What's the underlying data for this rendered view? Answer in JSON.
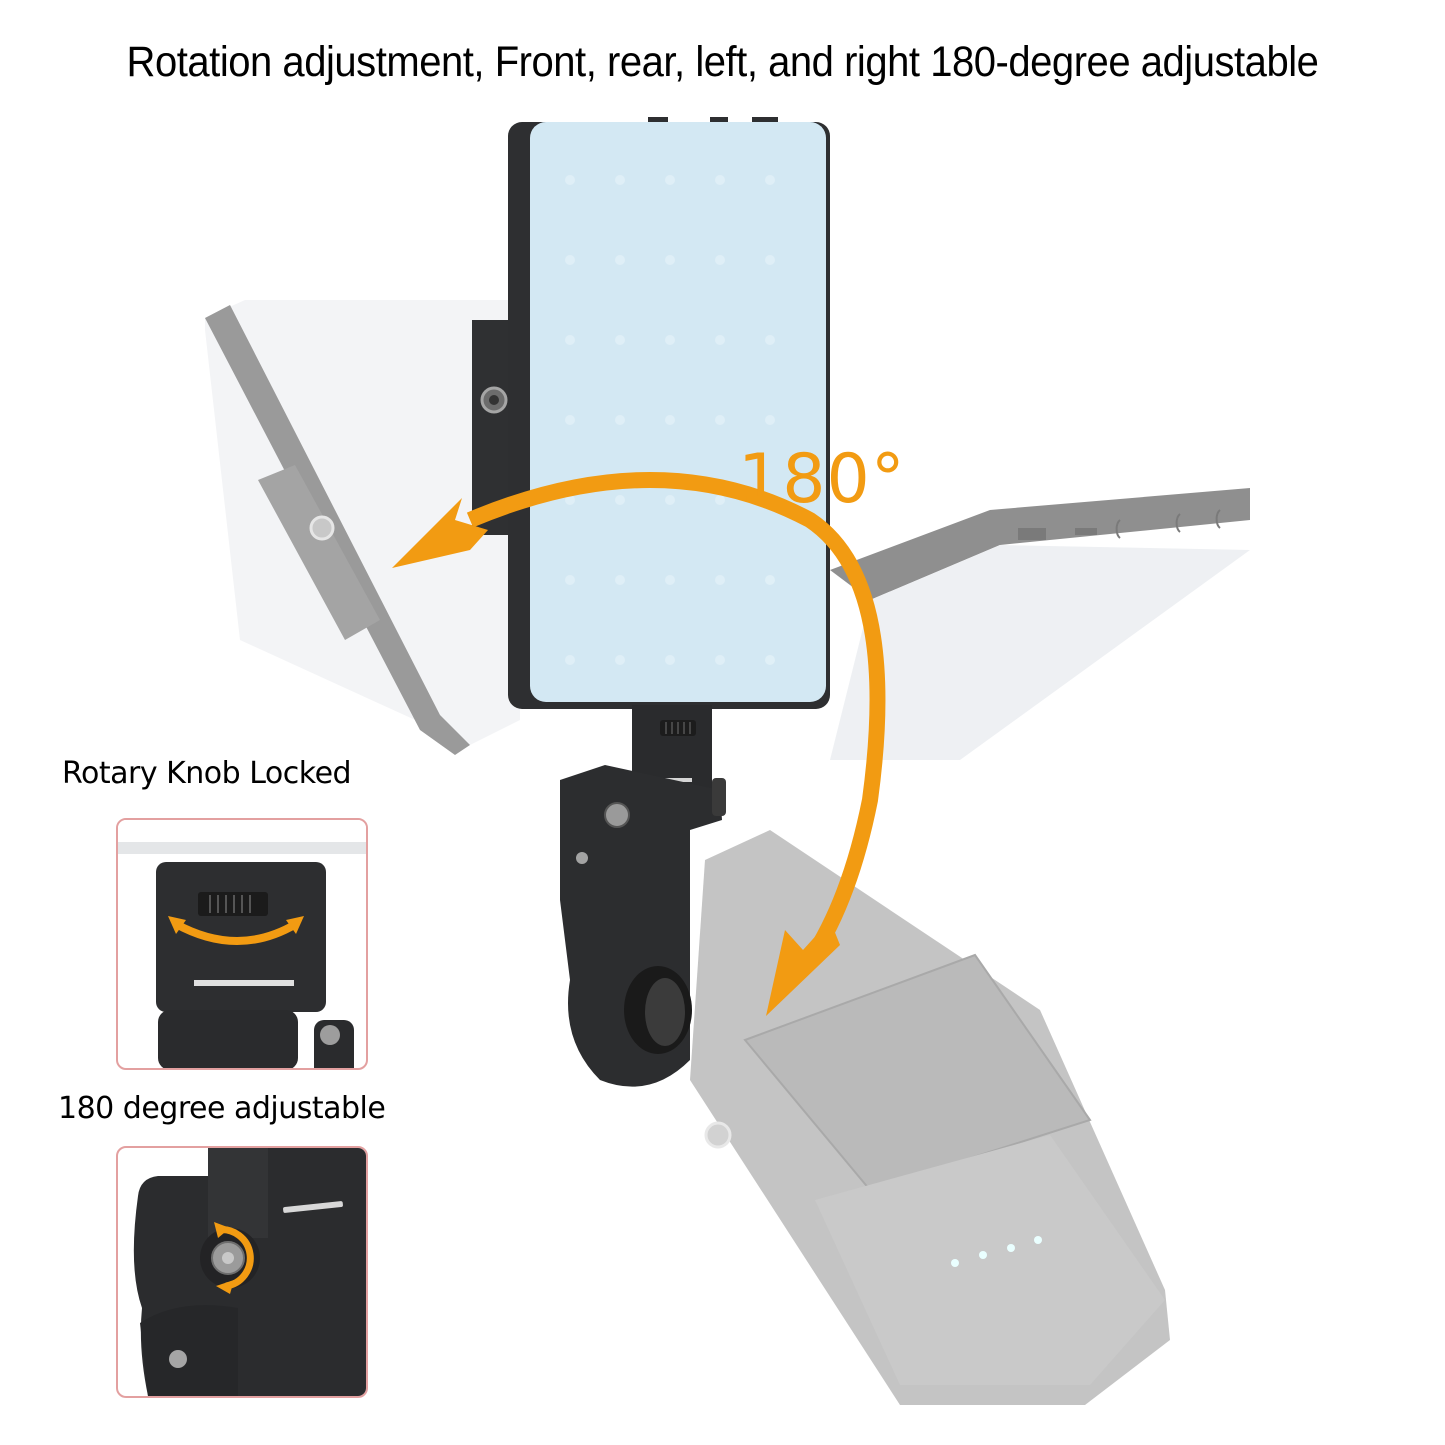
{
  "headline": "Rotation adjustment, Front, rear, left, and right 180-degree adjustable",
  "rotation_badge": {
    "label": "180°",
    "color": "#f29b12"
  },
  "insets": [
    {
      "caption": "Rotary Knob Locked",
      "icon": "rotary-knob-arrow-icon"
    },
    {
      "caption": "180 degree adjustable",
      "icon": "circular-rotate-arrow-icon"
    }
  ],
  "product": {
    "panel_color": "#d3e8f3",
    "body_color": "#2e2f31",
    "ghost_color": "#bdbdbd",
    "indicator_dots": 4
  },
  "colors": {
    "accent": "#f29b12",
    "inset_border": "#e3a0a0",
    "text": "#000000"
  }
}
